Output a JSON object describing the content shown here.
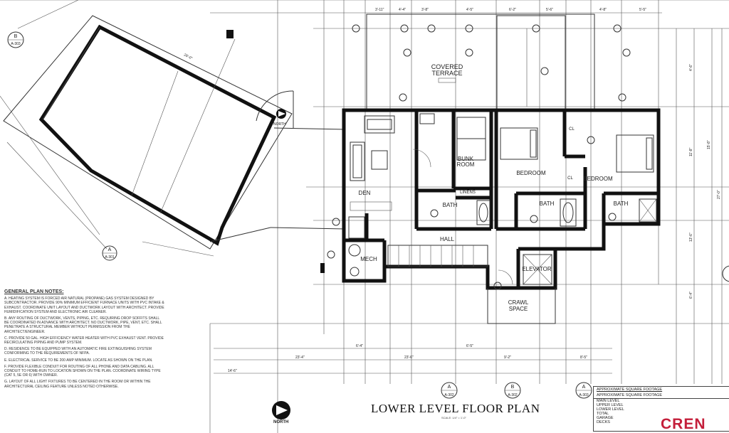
{
  "plan": {
    "title": "LOWER LEVEL FLOOR PLAN",
    "scale": "SCALE: 1/4\" = 1'-0\"",
    "north": "NORTH"
  },
  "rooms": {
    "covered_terrace": [
      "COVERED",
      "TERRACE"
    ],
    "bunk_room": [
      "BUNK",
      "ROOM"
    ],
    "bedroom_1": "BEDROOM",
    "bedroom_2": "BEDROOM",
    "den": "DEN",
    "bath_1": "BATH",
    "bath_2": "BATH",
    "bath_3": "BATH",
    "linens": "LINENS",
    "hall": "HALL",
    "mech": "MECH",
    "elevator": "ELEVATOR",
    "crawl_space": [
      "CRAWL",
      "SPACE"
    ],
    "cl": "CL"
  },
  "section_markers": [
    {
      "letter": "B",
      "sheet": "A-303"
    },
    {
      "letter": "A",
      "sheet": "A-301"
    },
    {
      "letter": "A",
      "sheet": "A-302"
    },
    {
      "letter": "B",
      "sheet": "A-302"
    },
    {
      "letter": "A",
      "sheet": "A-303"
    }
  ],
  "notes": {
    "title": "GENERAL PLAN NOTES:",
    "items": [
      "A. Heating system is forced air natural (propane) gas system designed by subcontractor. Provide 90% minimum efficient furnace units with PVC intake & exhaust. Coordinate unit layout and ductwork layout with architect. Provide humidification system and electronic air cleaner.",
      "B. Any routing of ductwork, vents, piping, etc. requiring drop soffits shall be coordinated in advance with architect. No ductwork, pipe, vent, etc. shall penetrate a structural member without permission from the architect/engineer.",
      "C. Provide 50 gal. high efficiency water heater with PVC exhaust vent. Provide recirculating piping and pump system.",
      "D. Residence to be equipped with an automatic fire extinguishing system conforming to the requirements of NFPA.",
      "E. Electrical service to be 200 amp minimum. Locate as shown on the plan.",
      "F. Provide flexible conduit for routing of all phone and data cabling. All conduit to home-run to location shown on the plan. Coordinate wiring type (CAT 5, 5e or 6) with owner.",
      "G. Layout of all light fixtures to be centered in the room or within the architectural ceiling feature unless noted otherwise."
    ]
  },
  "footage": {
    "title1": "APPROXIMATE SQUARE FOOTAGE",
    "title2": "APPROXIMATE SQUARE FOOTAGE",
    "rows": [
      "MAIN LEVEL",
      "UPPER LEVEL",
      "LOWER LEVEL",
      "TOTAL",
      "GARAGE",
      "DECKS"
    ]
  },
  "logo": "CREN",
  "dimensions": {
    "top": [
      "3'-11\"",
      "4'-4\"",
      "3'-8\"",
      "4'-5\"",
      "6'-2\"",
      "5'-6\"",
      "4'-8\"",
      "5'-5\""
    ],
    "bottom": [
      "6'-4\"",
      "23'-6\"",
      "6'-5\"",
      "9'-2\"",
      "23'-4\"",
      "14'-6\"",
      "8'-5\""
    ],
    "right": [
      "4'-6\"",
      "11'-8\"",
      "15'-8\"",
      "13'-6\"",
      "6'-4\"",
      "27'-0\""
    ],
    "rotated": "26'-0\""
  }
}
